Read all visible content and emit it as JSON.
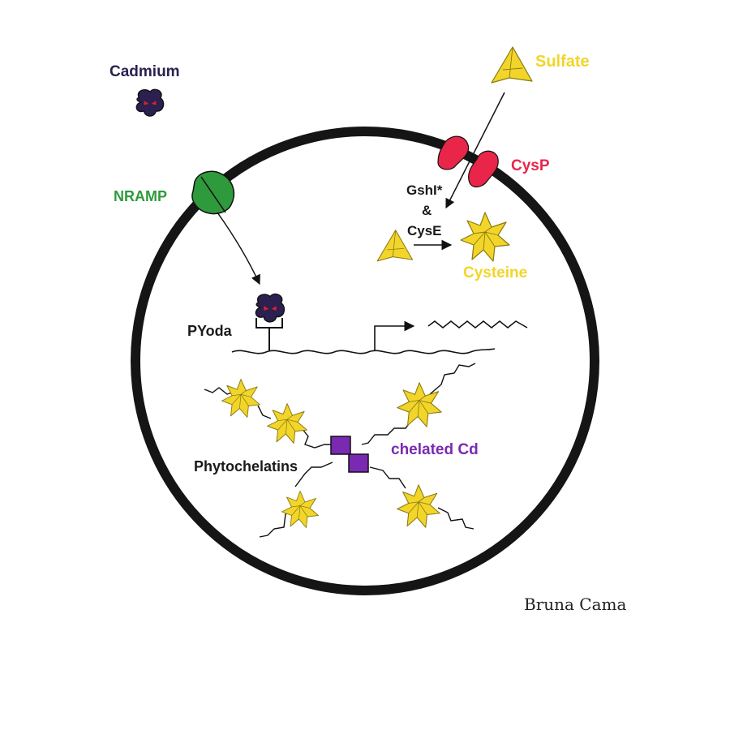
{
  "labels": {
    "cadmium": "Cadmium",
    "sulfate": "Sulfate",
    "cysp": "CysP",
    "nramp": "NRAMP",
    "enzymes_line1": "GshI*",
    "enzymes_line2": "&",
    "enzymes_line3": "CysE",
    "cysteine": "Cysteine",
    "pyoda": "PYoda",
    "phytochelatins": "Phytochelatins",
    "chelated_cd": "chelated Cd"
  },
  "signature": "Bruna Cama",
  "colors": {
    "cadmium": "#2b2050",
    "cadmium_eyes": "#e0202c",
    "sulfate": "#f2d52a",
    "cysp": "#e9254a",
    "nramp": "#2e9a3c",
    "chelated_cd": "#7a2ab2",
    "outline": "#1a1a1a"
  }
}
